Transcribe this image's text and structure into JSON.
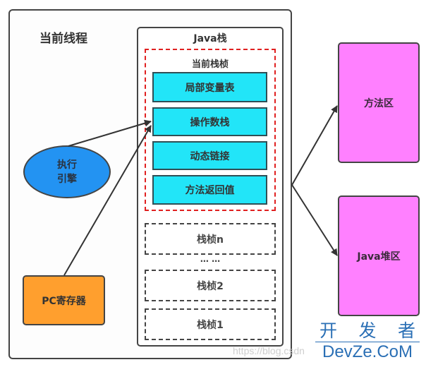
{
  "diagram": {
    "thread": {
      "title": "当前线程"
    },
    "java_stack": {
      "title": "Java栈",
      "current_frame": {
        "title": "当前栈桢",
        "parts": [
          {
            "label": "局部变量表"
          },
          {
            "label": "操作数栈"
          },
          {
            "label": "动态链接"
          },
          {
            "label": "方法返回值"
          }
        ]
      },
      "frames": [
        {
          "label": "栈桢n"
        },
        {
          "label": "栈桢2"
        },
        {
          "label": "栈桢1"
        }
      ],
      "ellipsis": "… …"
    },
    "execution_engine": {
      "line1": "执行",
      "line2": "引擎"
    },
    "pc_register": {
      "label": "PC寄存器"
    },
    "method_area": {
      "label": "方法区"
    },
    "heap": {
      "label": "Java堆区"
    },
    "edges": [
      {
        "from": "执行引擎",
        "to": "操作数栈"
      },
      {
        "from": "PC寄存器",
        "to": "操作数栈"
      },
      {
        "from": "Java栈",
        "to": "方法区"
      },
      {
        "from": "Java栈",
        "to": "Java堆区"
      }
    ],
    "colors": {
      "cyan": "#22e5f8",
      "magenta": "#ff80ff",
      "orange": "#ff9f2e",
      "blue": "#2393f2",
      "red_dash": "#e02020"
    }
  },
  "watermark": {
    "url_text": "https://blog.csdn",
    "logo_cn": [
      "开",
      "发",
      "者"
    ],
    "logo_en": "DevZe.CoM"
  }
}
